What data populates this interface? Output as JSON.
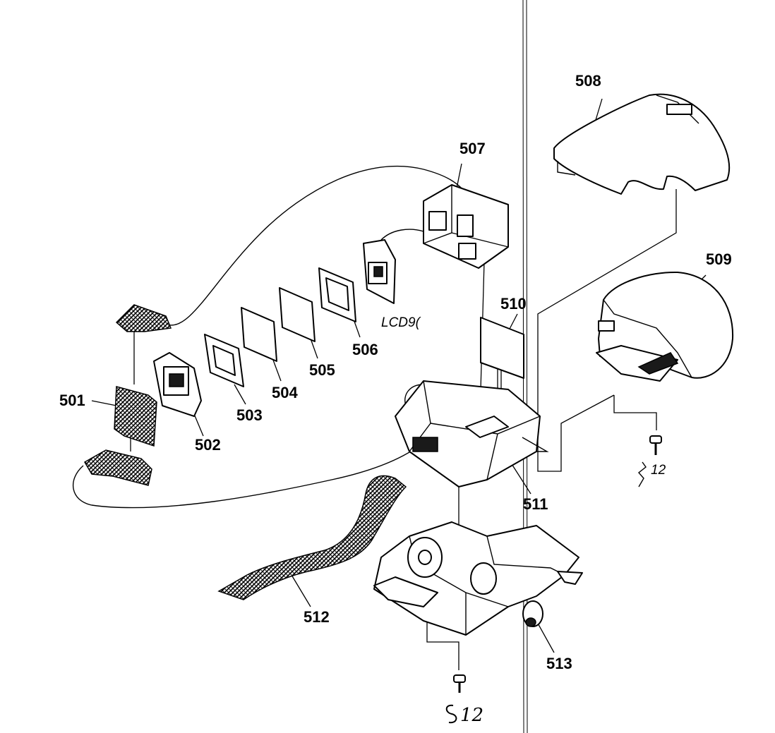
{
  "diagram": {
    "callouts": {
      "p501": "501",
      "p502": "502",
      "p503": "503",
      "p504": "504",
      "p505": "505",
      "p506": "506",
      "p507": "507",
      "p508": "508",
      "p509": "509",
      "p510": "510",
      "p511": "511",
      "p512": "512",
      "p513": "513"
    },
    "lcd_label": "LCD9(",
    "screw_right_label": "12",
    "screw_bottom_label": "12"
  }
}
